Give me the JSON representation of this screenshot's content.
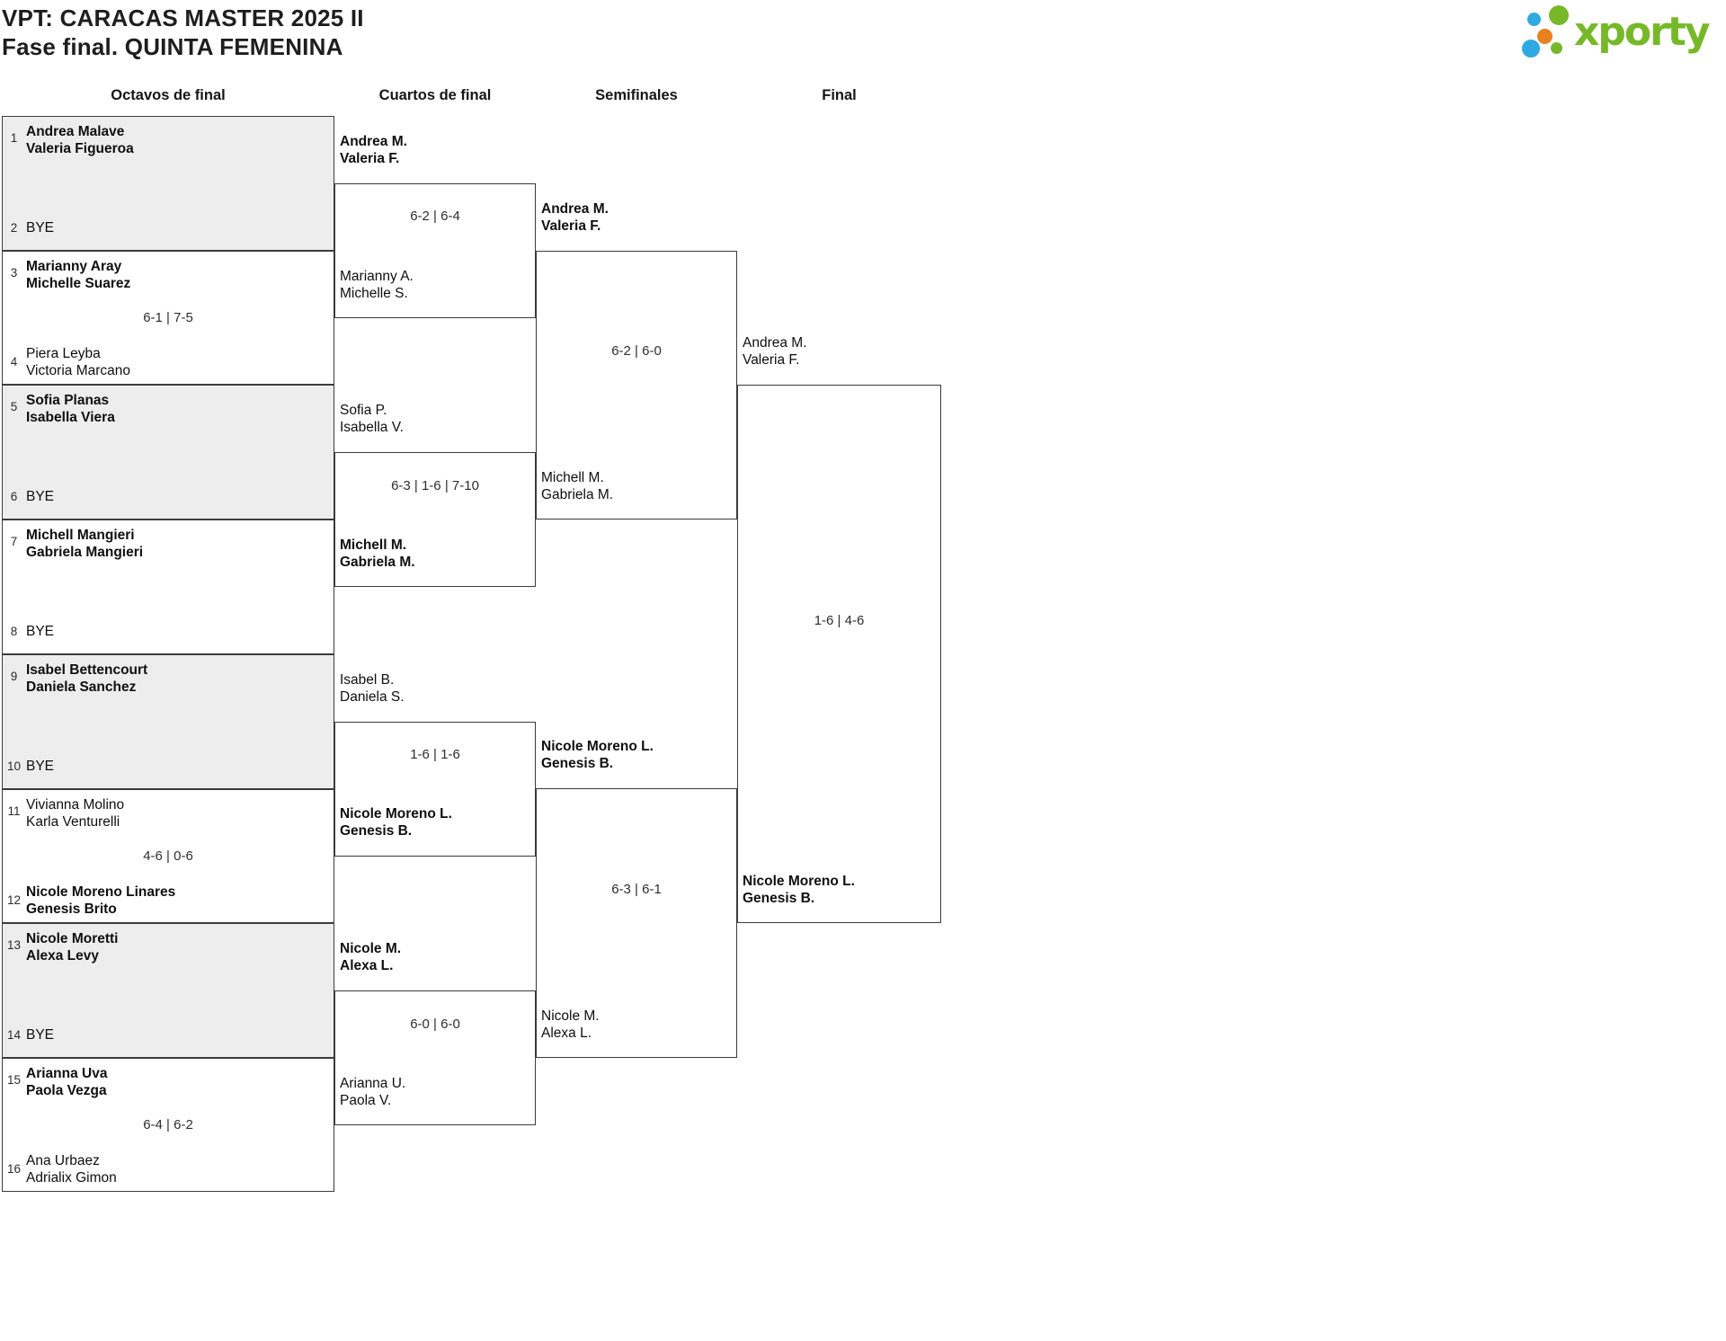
{
  "header": {
    "title_line1": "VPT: CARACAS MASTER 2025 II",
    "title_line2": "Fase final. QUINTA FEMENINA"
  },
  "logo": {
    "brand": "xporty"
  },
  "colors": {
    "brand_green": "#76b82a",
    "dot_blue": "#2ea9e1",
    "dot_orange": "#e8821f",
    "box_gray": "#ededed",
    "line": "#3b3b3b"
  },
  "round_headers": {
    "r16": "Octavos de final",
    "qf": "Cuartos de final",
    "sf": "Semifinales",
    "final": "Final"
  },
  "r16": [
    {
      "seed_top": "1",
      "team_top_1": "Andrea Malave",
      "team_top_2": "Valeria Figueroa",
      "seed_bottom": "2",
      "team_bottom_1": "BYE",
      "team_bottom_2": "",
      "score": ""
    },
    {
      "seed_top": "3",
      "team_top_1": "Marianny Aray",
      "team_top_2": "Michelle Suarez",
      "seed_bottom": "4",
      "team_bottom_1": "Piera Leyba",
      "team_bottom_2": "Victoria Marcano",
      "score": "6-1 | 7-5"
    },
    {
      "seed_top": "5",
      "team_top_1": "Sofia Planas",
      "team_top_2": "Isabella Viera",
      "seed_bottom": "6",
      "team_bottom_1": "BYE",
      "team_bottom_2": "",
      "score": ""
    },
    {
      "seed_top": "7",
      "team_top_1": "Michell Mangieri",
      "team_top_2": "Gabriela Mangieri",
      "seed_bottom": "8",
      "team_bottom_1": "BYE",
      "team_bottom_2": "",
      "score": ""
    },
    {
      "seed_top": "9",
      "team_top_1": "Isabel Bettencourt",
      "team_top_2": "Daniela Sanchez",
      "seed_bottom": "10",
      "team_bottom_1": "BYE",
      "team_bottom_2": "",
      "score": ""
    },
    {
      "seed_top": "11",
      "team_top_1": "Vivianna Molino",
      "team_top_2": "Karla Venturelli",
      "seed_bottom": "12",
      "team_bottom_1": "Nicole Moreno Linares",
      "team_bottom_2": "Genesis Brito",
      "score": "4-6 | 0-6"
    },
    {
      "seed_top": "13",
      "team_top_1": "Nicole Moretti",
      "team_top_2": "Alexa Levy",
      "seed_bottom": "14",
      "team_bottom_1": "BYE",
      "team_bottom_2": "",
      "score": ""
    },
    {
      "seed_top": "15",
      "team_top_1": "Arianna Uva",
      "team_top_2": "Paola Vezga",
      "seed_bottom": "16",
      "team_bottom_1": "Ana Urbaez",
      "team_bottom_2": "Adrialix Gimon",
      "score": "6-4 | 6-2"
    }
  ],
  "qf": [
    {
      "team_top_1": "Andrea M.",
      "team_top_2": "Valeria F.",
      "team_bottom_1": "Marianny A.",
      "team_bottom_2": "Michelle S.",
      "score": "6-2 | 6-4"
    },
    {
      "team_top_1": "Sofia P.",
      "team_top_2": "Isabella V.",
      "team_bottom_1": "Michell M.",
      "team_bottom_2": "Gabriela M.",
      "score": "6-3 | 1-6 | 7-10"
    },
    {
      "team_top_1": "Isabel B.",
      "team_top_2": "Daniela S.",
      "team_bottom_1": "Nicole Moreno L.",
      "team_bottom_2": "Genesis B.",
      "score": "1-6 | 1-6"
    },
    {
      "team_top_1": "Nicole M.",
      "team_top_2": "Alexa L.",
      "team_bottom_1": "Arianna U.",
      "team_bottom_2": "Paola V.",
      "score": "6-0 | 6-0"
    }
  ],
  "sf": [
    {
      "team_top_1": "Andrea M.",
      "team_top_2": "Valeria F.",
      "team_bottom_1": "Michell M.",
      "team_bottom_2": "Gabriela M.",
      "score": "6-2 | 6-0"
    },
    {
      "team_top_1": "Nicole Moreno L.",
      "team_top_2": "Genesis B.",
      "team_bottom_1": "Nicole M.",
      "team_bottom_2": "Alexa L.",
      "score": "6-3 | 6-1"
    }
  ],
  "final": {
    "team_top_1": "Andrea M.",
    "team_top_2": "Valeria F.",
    "team_bottom_1": "Nicole Moreno L.",
    "team_bottom_2": "Genesis B.",
    "score": "1-6 | 4-6"
  }
}
